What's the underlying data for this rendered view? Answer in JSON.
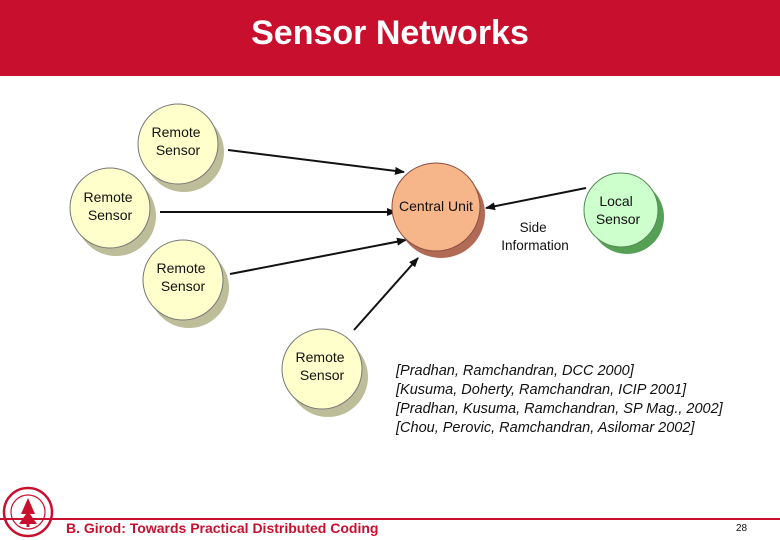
{
  "slide": {
    "title": "Sensor Networks",
    "footer": "B. Girod: Towards Practical Distributed Coding",
    "page_number": "28"
  },
  "nodes": {
    "remote_sensor_1": [
      "Remote",
      "Sensor"
    ],
    "remote_sensor_2": [
      "Remote",
      "Sensor"
    ],
    "remote_sensor_3": [
      "Remote",
      "Sensor"
    ],
    "remote_sensor_4": [
      "Remote",
      "Sensor"
    ],
    "central_unit": "Central Unit",
    "local_sensor": [
      "Local",
      "Sensor"
    ]
  },
  "edge_label": [
    "Side",
    "Information"
  ],
  "references": [
    "[Pradhan, Ramchandran, DCC 2000]",
    "[Kusuma, Doherty, Ramchandran, ICIP 2001]",
    "[Pradhan, Kusuma, Ramchandran, SP Mag., 2002]",
    "[Chou, Perovic, Ramchandran, Asilomar 2002]"
  ],
  "colors": {
    "title_bar": "#c8102e",
    "remote_sensor_fill": "#ffffcc",
    "central_unit_fill": "#f7b58a",
    "local_sensor_fill": "#ccffcc"
  },
  "logo": "stanford-seal-icon"
}
